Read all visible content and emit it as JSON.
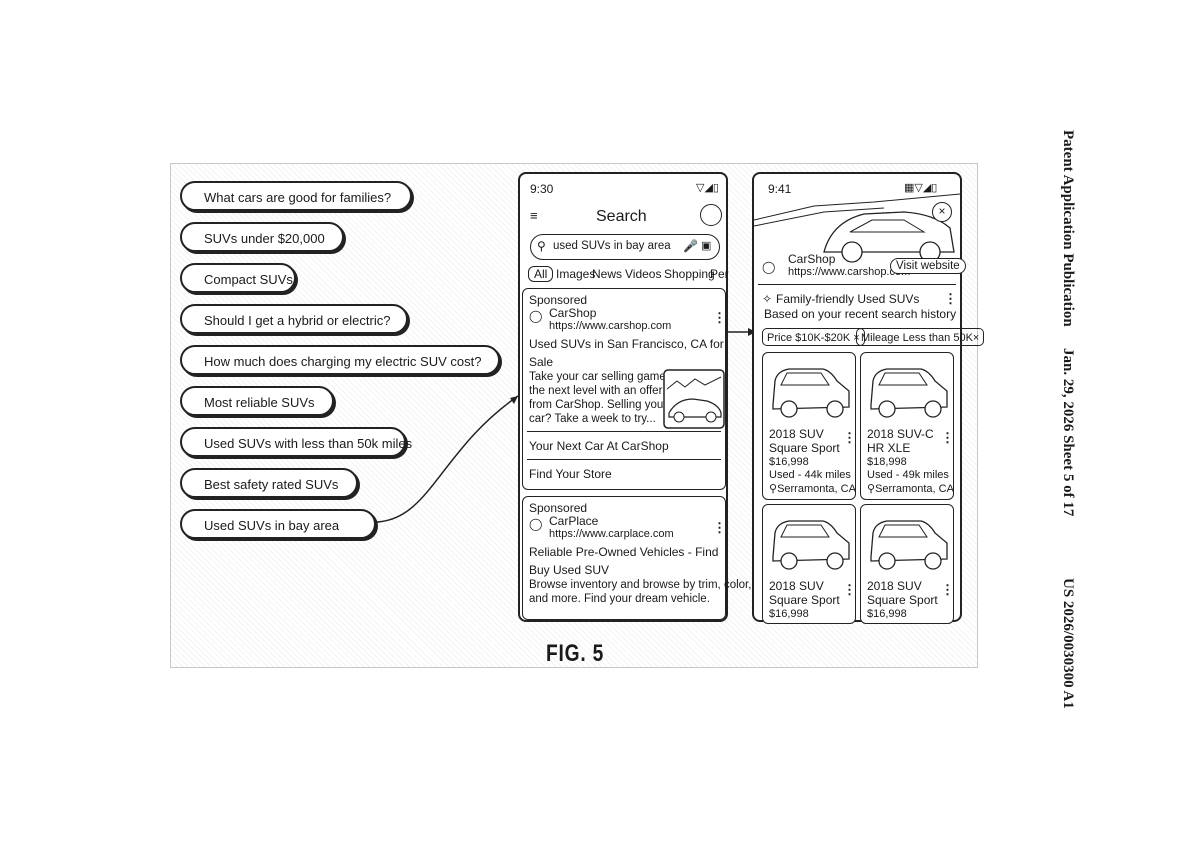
{
  "header": {
    "publication_label": "Patent Application Publication",
    "date_sheet": "Jan. 29, 2026  Sheet 5 of 17",
    "number": "US 2026/0030300 A1"
  },
  "figure_label": "FIG. 5",
  "suggestions": [
    "What cars are good for families?",
    "SUVs under $20,000",
    "Compact SUVs",
    "Should I get a hybrid or electric?",
    "How much does charging my electric SUV cost?",
    "Most reliable SUVs",
    "Used SUVs with less than 50k miles",
    "Best safety rated SUVs",
    "Used SUVs in bay area"
  ],
  "search_phone": {
    "time": "9:30",
    "title": "Search",
    "query": "used SUVs in bay area",
    "tabs": [
      "All",
      "Images",
      "News",
      "Videos",
      "Shopping",
      "Per"
    ],
    "ad1": {
      "sponsored": "Sponsored",
      "name": "CarShop",
      "url": "https://www.carshop.com",
      "headline_1": "Used SUVs in San Francisco, CA for",
      "headline_2": "Sale",
      "desc_1": "Take your car selling game to",
      "desc_2": "the next level with an offer",
      "desc_3": "from CarShop. Selling your",
      "desc_4": "car? Take a week to try...",
      "link_1": "Your Next Car At CarShop",
      "link_2": "Find Your Store"
    },
    "ad2": {
      "sponsored": "Sponsored",
      "name": "CarPlace",
      "url": "https://www.carplace.com",
      "headline_1": "Reliable Pre-Owned Vehicles - Find",
      "headline_2": "Buy Used SUV",
      "desc_1": "Browse inventory and browse by trim, color,",
      "desc_2": "and more. Find your dream vehicle."
    }
  },
  "detail_phone": {
    "time": "9:41",
    "advertiser": "CarShop",
    "url": "https://www.carshop.com",
    "visit_button": "Visit website",
    "section_title": "Family-friendly Used SUVs",
    "section_sub": "Based on your recent search history",
    "filters": [
      "Price $10K-$20K",
      "Mileage Less than 50K"
    ],
    "listings": [
      {
        "line1": "2018 SUV",
        "line2": "Square Sport",
        "price": "$16,998",
        "miles": "Used - 44k miles",
        "location": "Serramonta, CA"
      },
      {
        "line1": "2018 SUV-C",
        "line2": "HR XLE",
        "price": "$18,998",
        "miles": "Used - 49k miles",
        "location": "Serramonta, CA"
      },
      {
        "line1": "2018 SUV",
        "line2": "Square Sport",
        "price": "$16,998",
        "miles": "",
        "location": ""
      },
      {
        "line1": "2018 SUV",
        "line2": "Square Sport",
        "price": "$16,998",
        "miles": "",
        "location": ""
      }
    ]
  }
}
